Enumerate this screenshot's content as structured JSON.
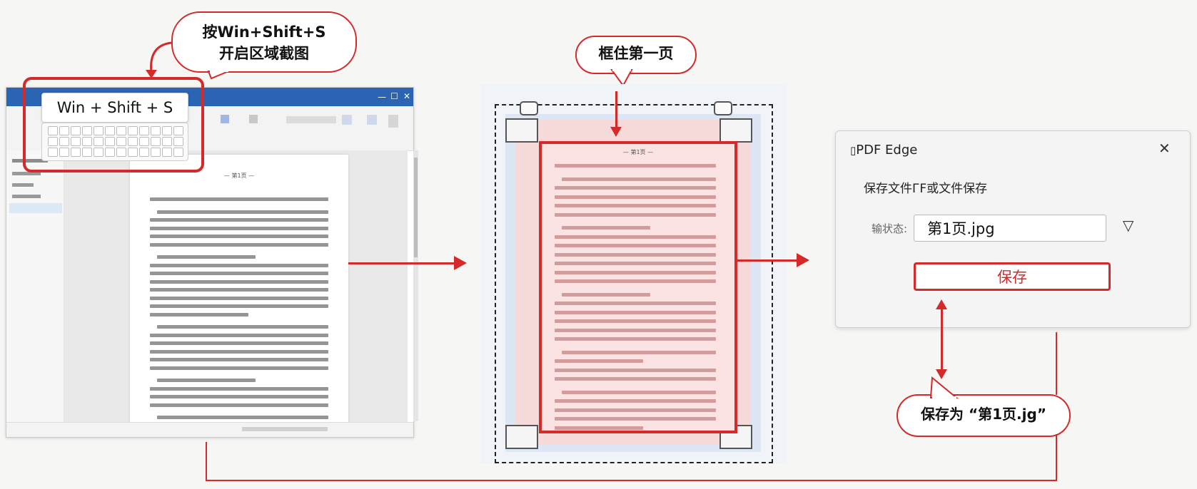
{
  "callouts": {
    "shortcut_line1": "按Win+Shift+S",
    "shortcut_line2": "开启区域截图",
    "frame_page": "框住第一页",
    "save_as": "保存为 “第1页.jg”"
  },
  "keyboard": {
    "label": "Win + Shift + S"
  },
  "dialog": {
    "title": "PDF Edge",
    "title_icon": "document-icon",
    "message": "保存文件ГF或文件保存",
    "field_label": "输状态:",
    "filename_value": "第1页.jpg",
    "save_label": "保存",
    "close_glyph": "✕",
    "dropdown_glyph": "▽"
  },
  "word_window": {
    "page_heading": "— 第1页 —"
  },
  "middle_page": {
    "page_heading": "— 第1页 —"
  },
  "colors": {
    "accent": "#d42a2a",
    "word_blue": "#2b64b3"
  }
}
